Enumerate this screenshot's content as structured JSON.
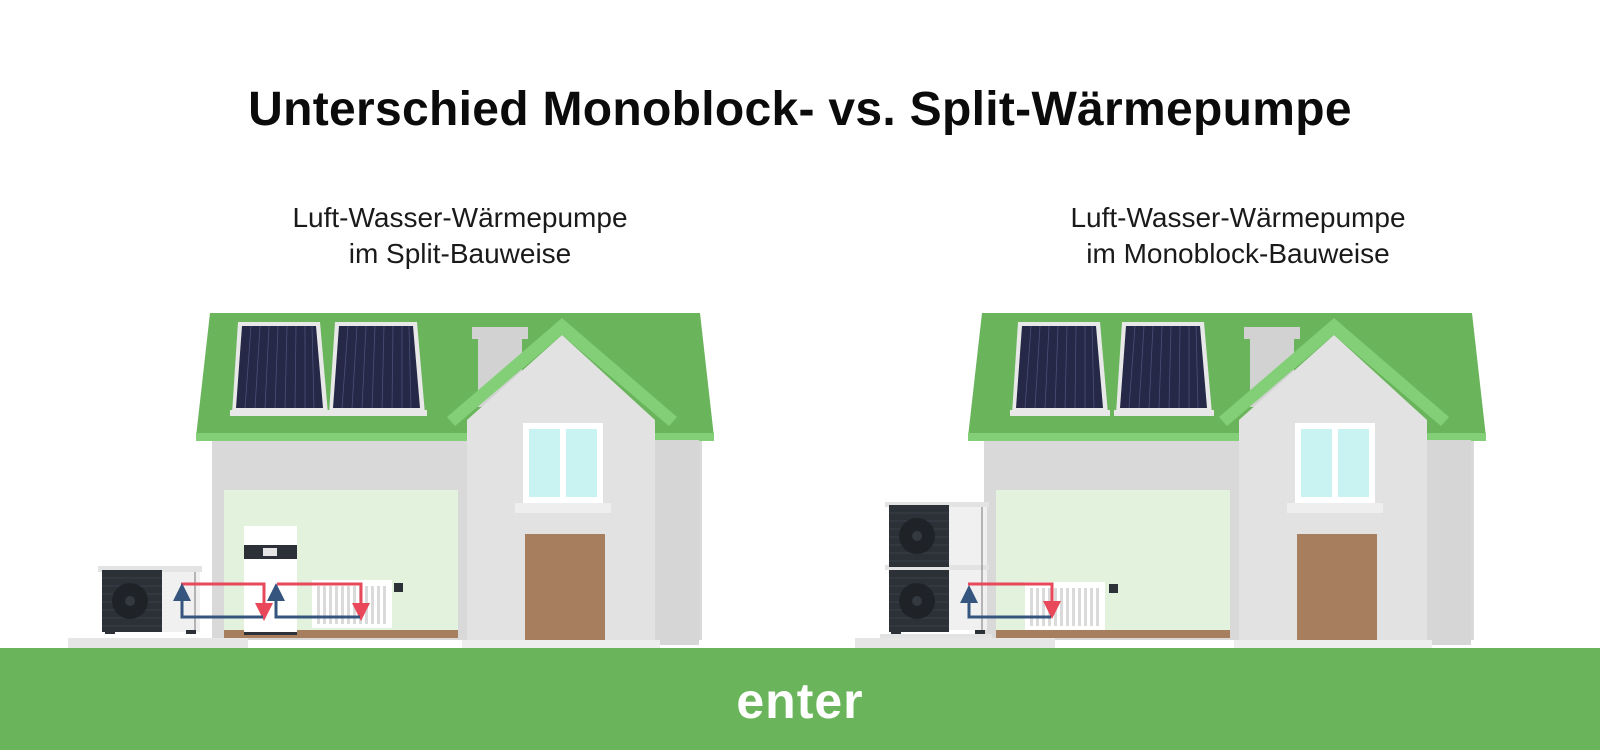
{
  "title": "Unterschied Monoblock- vs. Split-Wärmepumpe",
  "panels": [
    {
      "id": "split",
      "subtitle_line1": "Luft-Wasser-Wärmepumpe",
      "subtitle_line2": "im Split-Bauweise",
      "components": [
        "outdoor-unit-single",
        "indoor-unit",
        "radiator",
        "flow-arrows",
        "solar-panels"
      ]
    },
    {
      "id": "monoblock",
      "subtitle_line1": "Luft-Wasser-Wärmepumpe",
      "subtitle_line2": "im Monoblock-Bauweise",
      "components": [
        "outdoor-unit-stacked-double",
        "radiator",
        "flow-arrows",
        "solar-panels"
      ]
    }
  ],
  "footer": {
    "logo_text": "enter"
  },
  "colors": {
    "roof": "#6ab55c",
    "roof_trim": "#82cf77",
    "wall": "#d9d9d9",
    "gable": "#e2e2e2",
    "interior": "#e2f2dd",
    "door": "#a87f5e",
    "window": "#c9f2f2",
    "solar": "#252846",
    "unit_dark": "#2c3137",
    "supply_arrow": "#e8485a",
    "return_arrow": "#35557e",
    "ground": "#6ab55c"
  }
}
